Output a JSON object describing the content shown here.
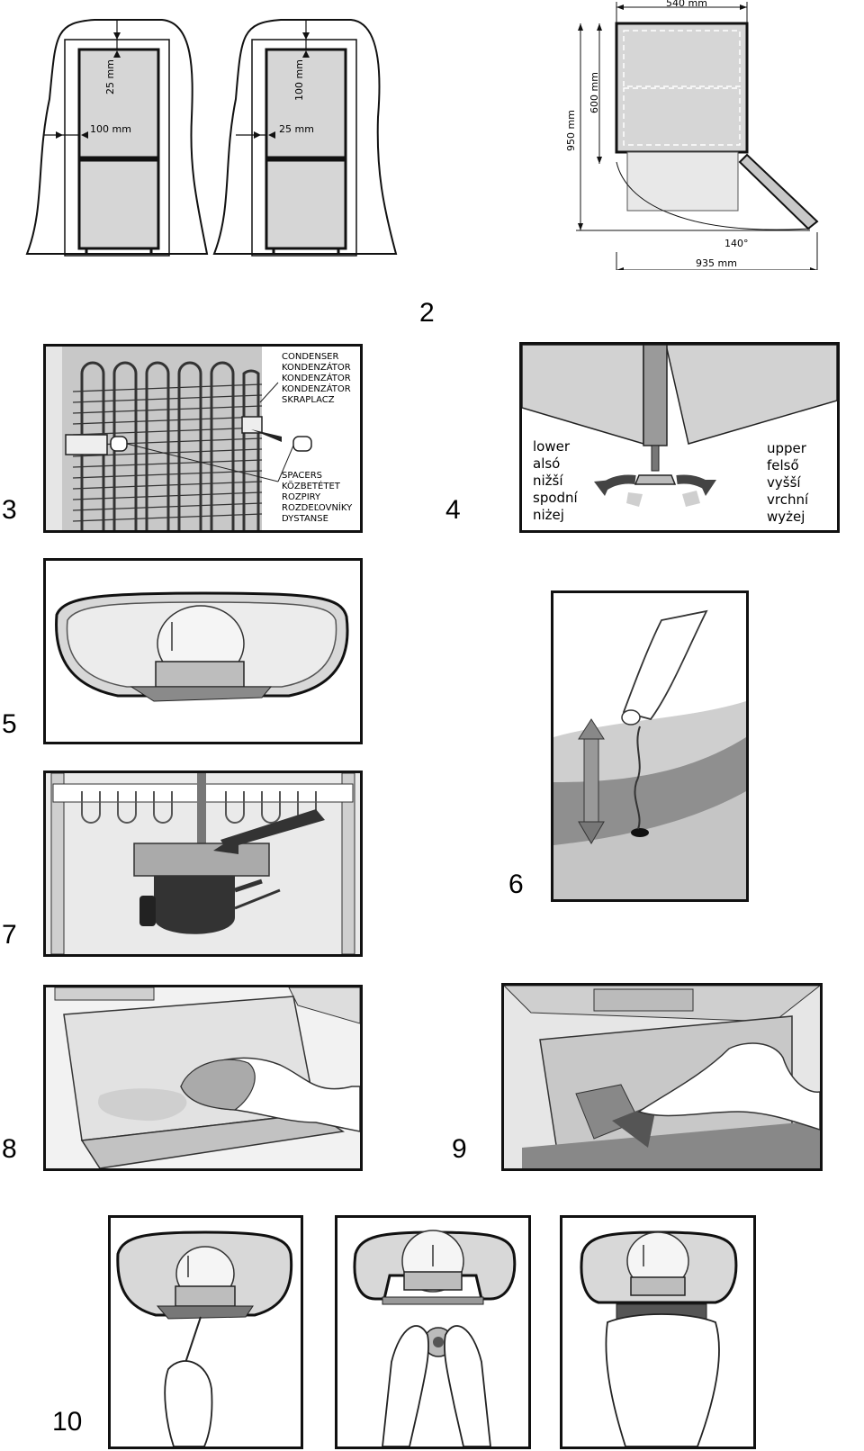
{
  "figure_numbers": {
    "f2": "2",
    "f3": "3",
    "f4": "4",
    "f5": "5",
    "f6": "6",
    "f7": "7",
    "f8": "8",
    "f9": "9",
    "f10": "10"
  },
  "fig2": {
    "left_top_gap": "25 mm",
    "left_side_gap": "100 mm",
    "mid_top_gap": "100 mm",
    "mid_side_gap": "25 mm",
    "width": "540 mm",
    "upper_height": "600 mm",
    "total_height": "950 mm",
    "door_angle": "140°",
    "door_open_depth": "935 mm"
  },
  "fig3": {
    "condenser_labels": [
      "CONDENSER",
      "KONDENZÁTOR",
      "KONDENZÁTOR",
      "KONDENZÁTOR",
      "SKRAPLACZ"
    ],
    "spacer_labels": [
      "SPACERS",
      "KÖZBETÉTET",
      "ROZPIRY",
      "ROZDEĽOVNÍKY",
      "DYSTANSE"
    ]
  },
  "fig4": {
    "lower_labels": [
      "lower",
      "alsó",
      "nižší",
      "spodní",
      "niżej"
    ],
    "upper_labels": [
      "upper",
      "felső",
      "vyšší",
      "vrchní",
      "wyżej"
    ]
  }
}
